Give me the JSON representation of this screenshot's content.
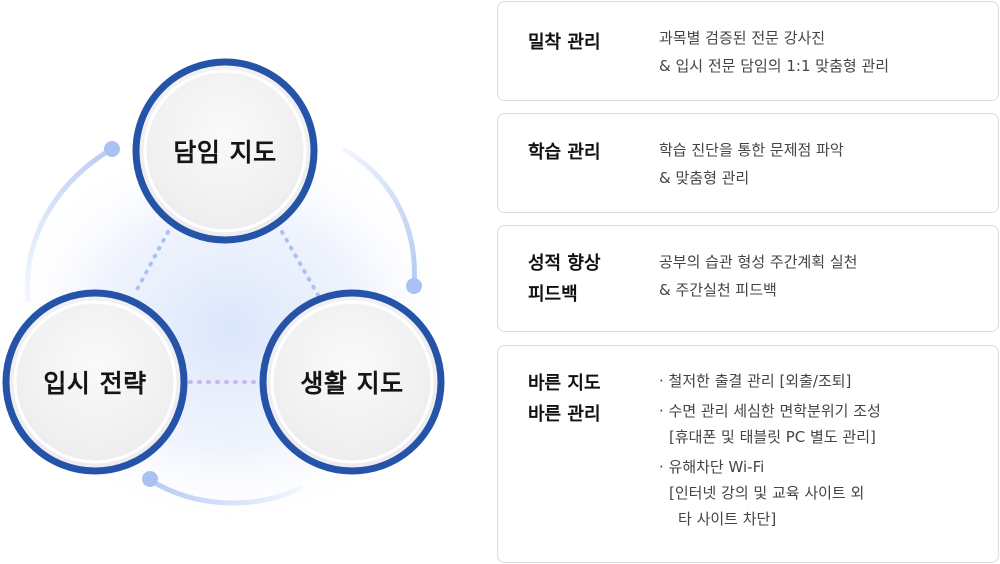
{
  "diagram": {
    "nodes": [
      {
        "label": "담임 지도"
      },
      {
        "label": "생활 지도"
      },
      {
        "label": "입시 전략"
      }
    ],
    "colors": {
      "circle_border": "#2553a8",
      "circle_fill": "#f4f4f5",
      "arc_start": "#e6eeff",
      "arc_end": "#a9c2f2",
      "dot": "#a9c2f2",
      "glow": "#dfe8fb"
    }
  },
  "cards": [
    {
      "title_lines": [
        "밀착 관리"
      ],
      "body_lines": [
        "과목별 검증된 전문 강사진",
        "& 입시 전문 담임의 1:1 맞춤형 관리"
      ]
    },
    {
      "title_lines": [
        "학습 관리"
      ],
      "body_lines": [
        "학습 진단을 통한 문제점 파악",
        "& 맞춤형 관리"
      ]
    },
    {
      "title_lines": [
        "성적 향상",
        "피드백"
      ],
      "body_lines": [
        "공부의 습관 형성 주간계획 실천",
        "& 주간실천 피드백"
      ]
    },
    {
      "title_lines": [
        "바른 지도",
        "바른 관리"
      ],
      "bullets": [
        {
          "lines": [
            "· 철저한 출결 관리 [외출/조퇴]"
          ]
        },
        {
          "lines": [
            "· 수면 관리 세심한 면학분위기 조성",
            "[휴대폰 및 태블릿 PC 별도 관리]"
          ]
        },
        {
          "lines": [
            "· 유해차단 Wi-Fi",
            "[인터넷 강의 및 교육 사이트 외",
            "타 사이트 차단]"
          ]
        }
      ]
    }
  ]
}
